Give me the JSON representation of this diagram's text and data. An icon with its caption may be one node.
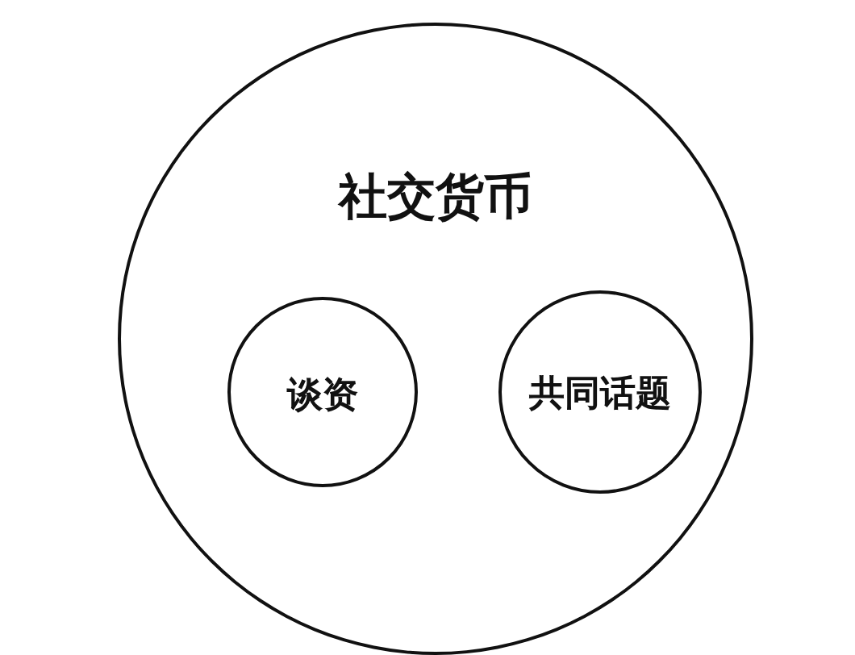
{
  "diagram": {
    "nodes": [
      {
        "text": [
          "社交货币"
        ]
      },
      {
        "text": [
          "谈资"
        ],
        "in": 0
      },
      {
        "text": [
          "共同话题"
        ],
        "in": 0
      }
    ]
  }
}
